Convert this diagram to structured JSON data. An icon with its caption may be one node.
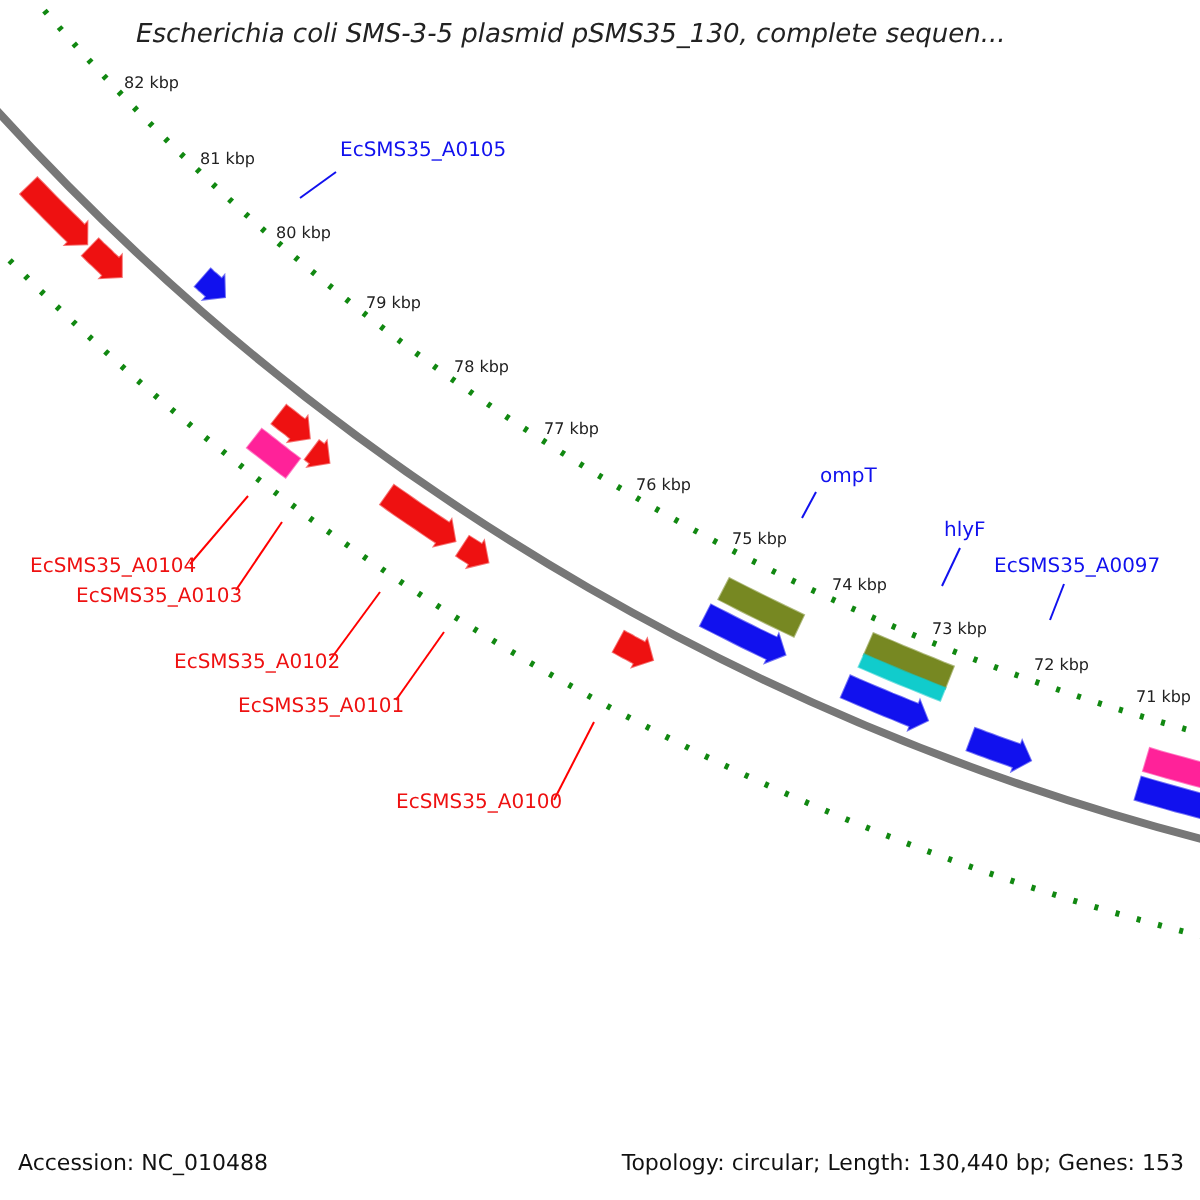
{
  "diagram": {
    "title": "Escherichia coli SMS-3-5 plasmid pSMS35_130, complete sequen...",
    "nodes": [
      {
        "text": [
          "EcSMS35_A0105"
        ]
      },
      {
        "text": [
          "ompT"
        ]
      },
      {
        "text": [
          "hlyF"
        ]
      },
      {
        "text": [
          "EcSMS35_A0097"
        ]
      },
      {
        "text": [
          "EcSMS35_A0104"
        ]
      },
      {
        "text": [
          "EcSMS35_A0103"
        ]
      },
      {
        "text": [
          "EcSMS35_A0102"
        ]
      },
      {
        "text": [
          "EcSMS35_A0101"
        ]
      },
      {
        "text": [
          "EcSMS35_A0100"
        ]
      }
    ],
    "edges": [
      {
        "from": 0,
        "to": null,
        "arrow": "none",
        "color": "#1111ee"
      },
      {
        "from": 1,
        "to": null,
        "arrow": "none",
        "color": "#1111ee"
      },
      {
        "from": 2,
        "to": null,
        "arrow": "none",
        "color": "#1111ee"
      },
      {
        "from": 3,
        "to": null,
        "arrow": "none",
        "color": "#1111ee"
      },
      {
        "from": 4,
        "to": null,
        "arrow": "none",
        "color": "#ff0000"
      },
      {
        "from": 5,
        "to": null,
        "arrow": "none",
        "color": "#ff0000"
      },
      {
        "from": 6,
        "to": null,
        "arrow": "none",
        "color": "#ff0000"
      },
      {
        "from": 7,
        "to": null,
        "arrow": "none",
        "color": "#ff0000"
      },
      {
        "from": 8,
        "to": null,
        "arrow": "none",
        "color": "#ff0000"
      }
    ],
    "labels": [
      "82 kbp",
      "81 kbp",
      "80 kbp",
      "79 kbp",
      "78 kbp",
      "77 kbp",
      "76 kbp",
      "75 kbp",
      "74 kbp",
      "73 kbp",
      "72 kbp",
      "71 kbp",
      "Accession: NC_010488",
      "Topology: circular; Length: 130,440 bp; Genes: 153"
    ]
  }
}
